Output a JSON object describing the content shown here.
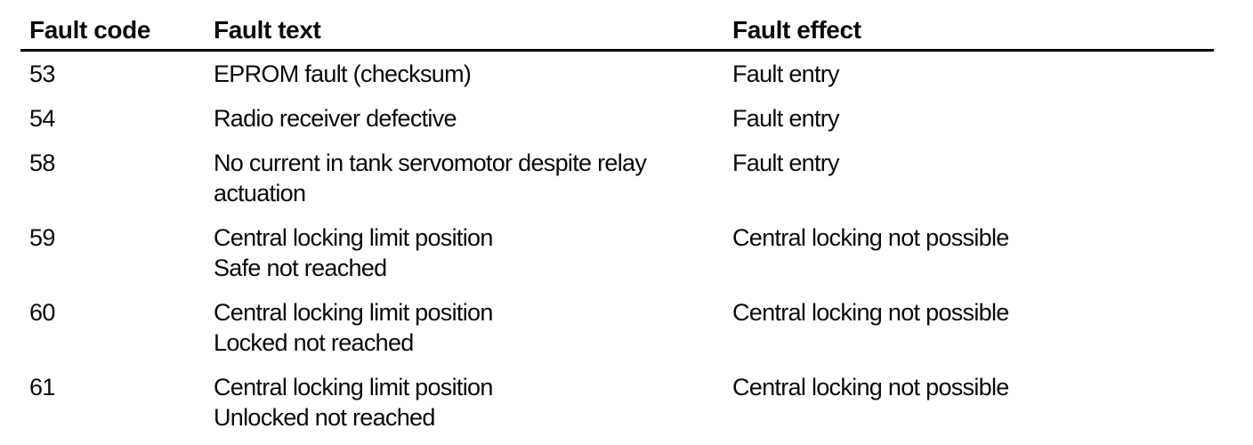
{
  "page": {
    "background": "#ffffff",
    "text_color": "#0a0a0a",
    "rule_color": "#000000"
  },
  "table": {
    "columns": [
      {
        "key": "code",
        "label": "Fault code"
      },
      {
        "key": "text",
        "label": "Fault text"
      },
      {
        "key": "effect",
        "label": "Fault effect"
      }
    ],
    "rows": [
      {
        "code": "53",
        "text": "EPROM fault (checksum)",
        "effect": "Fault entry"
      },
      {
        "code": "54",
        "text": "Radio receiver defective",
        "effect": "Fault entry"
      },
      {
        "code": "58",
        "text": "No current in tank servomotor despite relay\nactuation",
        "effect": "Fault entry"
      },
      {
        "code": "59",
        "text": "Central locking limit position\nSafe not reached",
        "effect": "Central locking not possible"
      },
      {
        "code": "60",
        "text": "Central locking limit position\nLocked not reached",
        "effect": "Central locking not possible"
      },
      {
        "code": "61",
        "text": "Central locking limit position\nUnlocked not reached",
        "effect": "Central locking not possible"
      }
    ]
  }
}
